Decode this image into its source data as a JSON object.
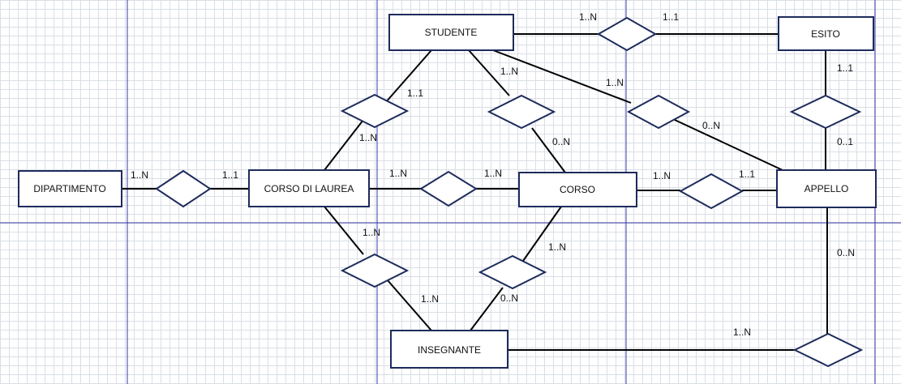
{
  "colors": {
    "entity_stroke": "#1e2b5c",
    "guide_line": "#3a3aa6",
    "grid": "#d9dfe6"
  },
  "entities": {
    "studente": "STUDENTE",
    "esito": "ESITO",
    "dipartimento": "DIPARTIMENTO",
    "corso_di_laurea": "CORSO DI LAUREA",
    "corso": "CORSO",
    "appello": "APPELLO",
    "insegnante": "INSEGNANTE"
  },
  "cardinalities": {
    "studente_esito_left": "1..N",
    "studente_esito_right": "1..1",
    "esito_appello_top": "1..1",
    "esito_appello_bottom": "0..1",
    "studente_cdl_top": "1..1",
    "studente_cdl_bottom": "1..N",
    "studente_corso_top": "1..N",
    "studente_corso_bottom": "0..N",
    "studente_appello_top": "1..N",
    "studente_appello_bottom": "0..N",
    "dip_cdl_left": "1..N",
    "dip_cdl_right": "1..1",
    "cdl_corso_left": "1..N",
    "cdl_corso_right": "1..N",
    "corso_appello_left": "1..N",
    "corso_appello_right": "1..1",
    "cdl_ins_top": "1..N",
    "cdl_ins_bottom": "1..N",
    "corso_ins_top": "1..N",
    "corso_ins_bottom": "0..N",
    "appello_ins_top": "0..N",
    "appello_ins_left": "1..N"
  }
}
